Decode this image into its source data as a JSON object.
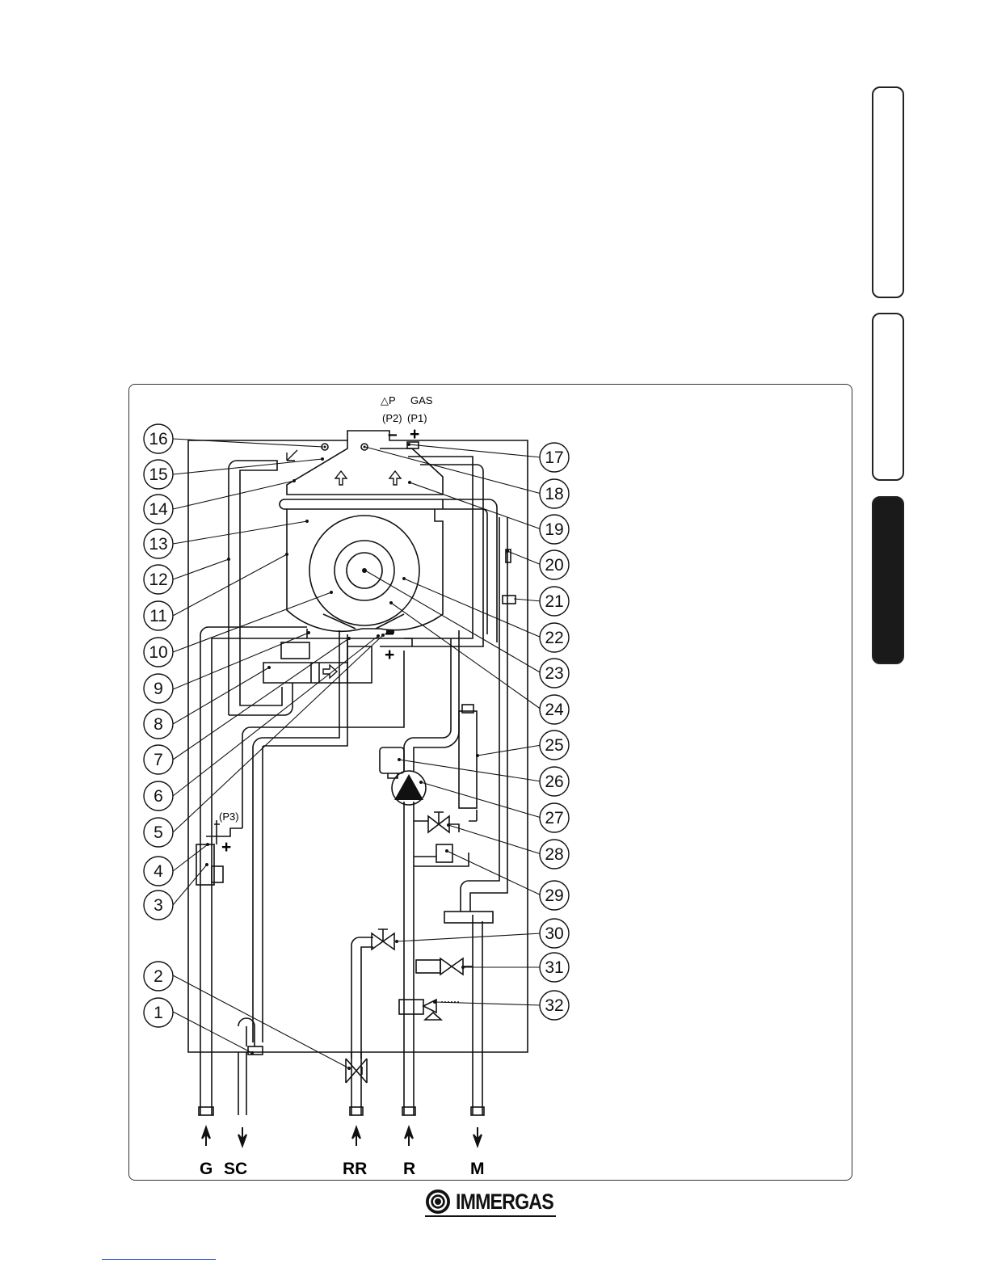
{
  "diagram": {
    "top_labels": {
      "delta_p": "△P",
      "gas": "GAS",
      "p2": "(P2)",
      "p1": "(P1)",
      "minus": "–",
      "plus": "+",
      "p3": "(P3)"
    },
    "callouts": [
      "1",
      "2",
      "3",
      "4",
      "5",
      "6",
      "7",
      "8",
      "9",
      "10",
      "11",
      "12",
      "13",
      "14",
      "15",
      "16",
      "17",
      "18",
      "19",
      "20",
      "21",
      "22",
      "23",
      "24",
      "25",
      "26",
      "27",
      "28",
      "29",
      "30",
      "31",
      "32"
    ],
    "connections": [
      "G",
      "SC",
      "RR",
      "R",
      "M"
    ]
  },
  "logo": {
    "text": "IMMERGAS"
  }
}
